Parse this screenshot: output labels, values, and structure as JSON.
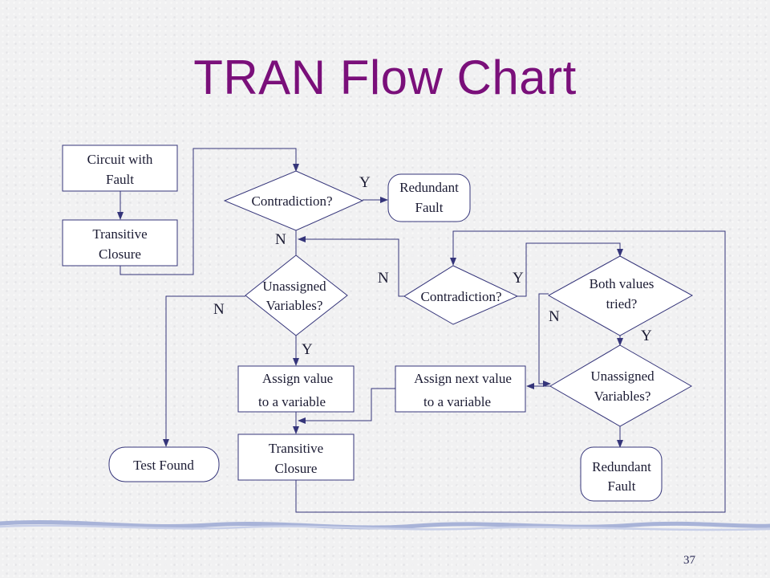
{
  "title": "TRAN Flow Chart",
  "page_number": "37",
  "nodes": {
    "circuit_with_fault": [
      "Circuit with",
      "Fault"
    ],
    "transitive_closure_1": [
      "Transitive",
      "Closure"
    ],
    "contradiction_1": [
      "Contradiction?"
    ],
    "redundant_fault_1": [
      "Redundant",
      "Fault"
    ],
    "unassigned_variables_1": [
      "Unassigned",
      "Variables?"
    ],
    "assign_value": [
      "Assign value",
      "to a variable"
    ],
    "transitive_closure_2": [
      "Transitive",
      "Closure"
    ],
    "test_found": [
      "Test Found"
    ],
    "contradiction_2": [
      "Contradiction?"
    ],
    "both_values_tried": [
      "Both values",
      "tried?"
    ],
    "assign_next_value": [
      "Assign next value",
      "to a variable"
    ],
    "unassigned_variables_2": [
      "Unassigned",
      "Variables?"
    ],
    "redundant_fault_2": [
      "Redundant",
      "Fault"
    ]
  },
  "edge_labels": {
    "contradiction_1_yes": "Y",
    "contradiction_1_no": "N",
    "unassigned_1_no": "N",
    "unassigned_1_yes": "Y",
    "contradiction_2_no": "N",
    "contradiction_2_yes": "Y",
    "both_values_no": "N",
    "both_values_yes": "Y"
  },
  "colors": {
    "title": "#7a0f7a",
    "stroke": "#35357a",
    "text": "#1b1b33",
    "underline": "#a8b3d8"
  }
}
